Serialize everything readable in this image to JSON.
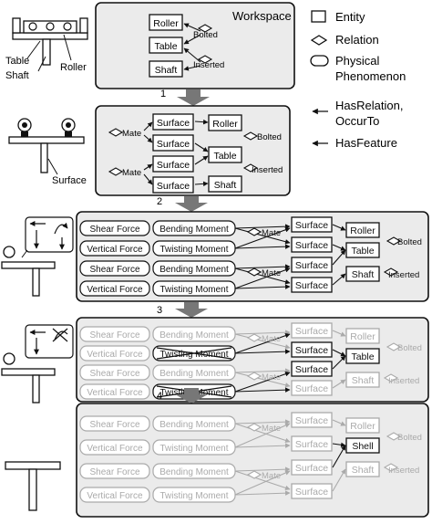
{
  "workspace_label": "Workspace",
  "legend": {
    "entity": "Entity",
    "relation": "Relation",
    "phenomenon_line1": "Physical",
    "phenomenon_line2": "Phenomenon",
    "arrow1_line1": "HasRelation,",
    "arrow1_line2": "OccurTo",
    "arrow2": "HasFeature"
  },
  "left_labels": {
    "table": "Table",
    "shaft": "Shaft",
    "roller": "Roller",
    "surface": "Surface"
  },
  "step_numbers": [
    "1",
    "2",
    "3",
    "4"
  ],
  "entities": {
    "roller": "Roller",
    "table": "Table",
    "shaft": "Shaft",
    "surface": "Surface",
    "shell": "Shell"
  },
  "relations": {
    "bolted": "Bolted",
    "inserted": "Inserted",
    "mate": "Mate"
  },
  "phenomena": {
    "shear_force": "Shear Force",
    "bending_moment": "Bending Moment",
    "vertical_force": "Vertical Force",
    "twisting_moment": "Twisting Moment"
  },
  "colors": {
    "ink": "#111111",
    "faded": "#a8a8a8",
    "panel_bg": "#ebebeb",
    "arrow": "#777777"
  }
}
